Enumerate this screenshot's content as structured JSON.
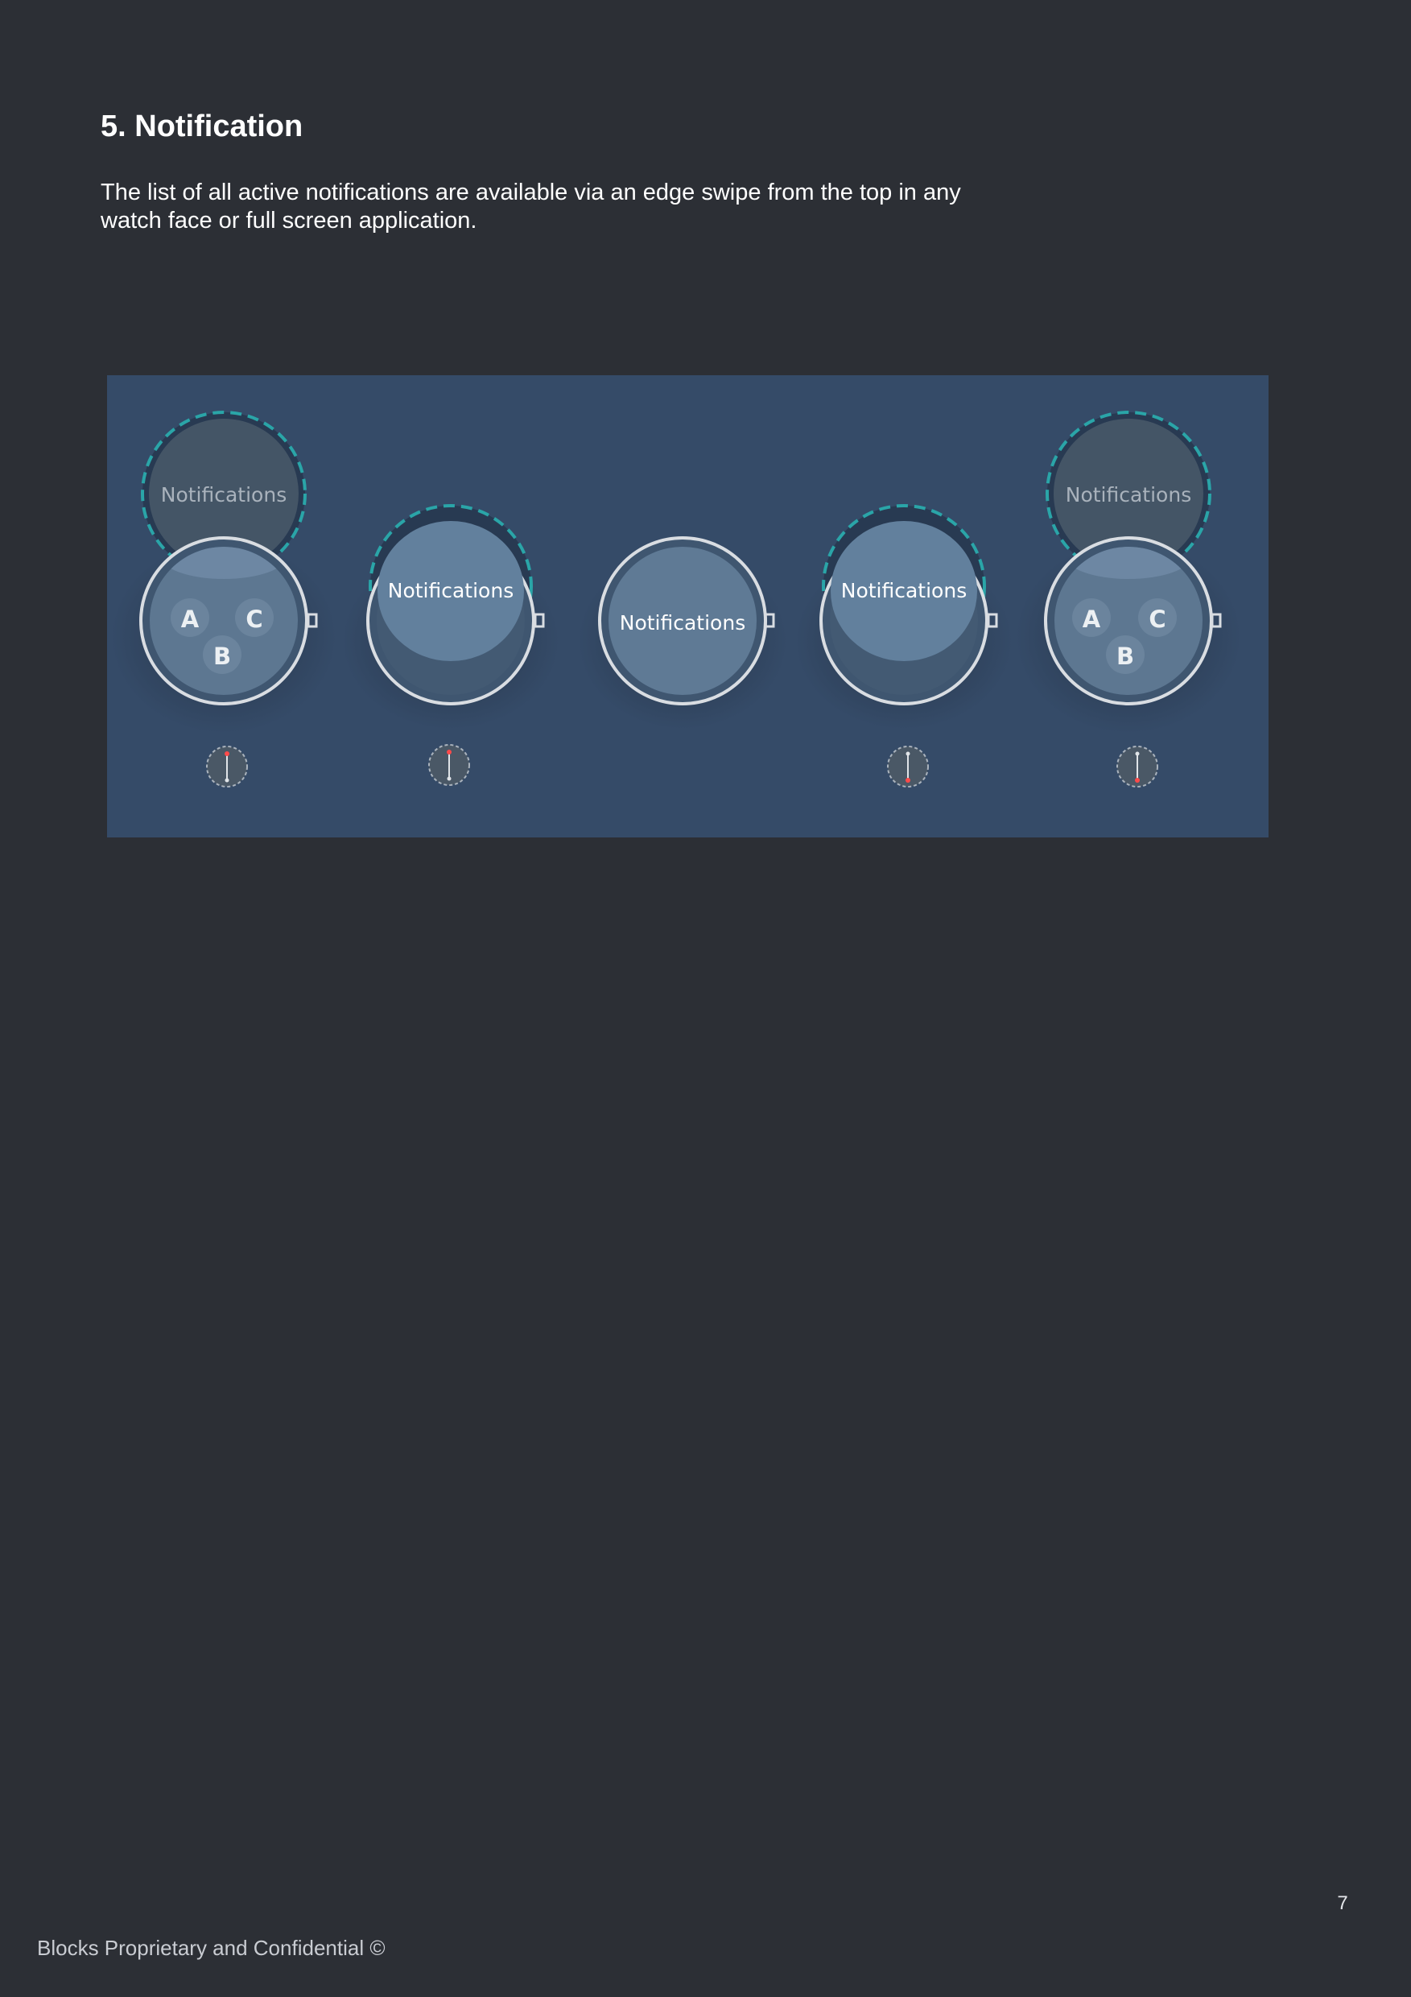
{
  "page": {
    "heading": "5. Notification",
    "intro": "The list of all active notifications are available via an edge swipe from the top in any watch face or full screen application.",
    "page_number": "7",
    "footer": "Blocks Proprietary and Confidential ©"
  },
  "figure": {
    "notification_label": "Notifications",
    "watch_face_letters": [
      "A",
      "C",
      "B"
    ],
    "colors": {
      "panel": "#354b68",
      "dashed_ring": "#2aa5a8",
      "watch_face": "#5f7a95",
      "watch_rim": "#d9dde2",
      "indicator_dot": "#ff4a4a"
    }
  }
}
